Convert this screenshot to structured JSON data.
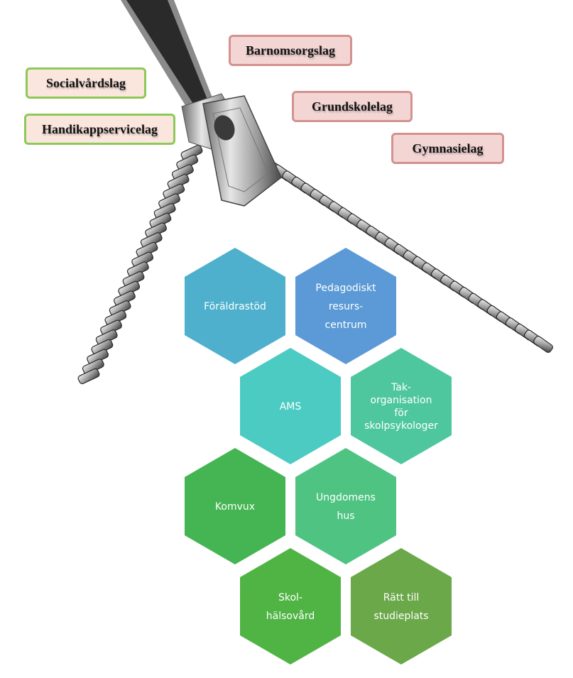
{
  "teams_left": [
    {
      "label": "Socialvårdslag"
    },
    {
      "label": "Handikappservicelag"
    }
  ],
  "teams_right": [
    {
      "label": "Barnomsorgslag"
    },
    {
      "label": "Grundskolelag"
    },
    {
      "label": "Gymnasielag"
    }
  ],
  "hexagons": [
    {
      "lines": [
        "Föräldrastöd"
      ],
      "color": "#4eb0cc"
    },
    {
      "lines": [
        "Pedagodiskt",
        "resurs-",
        "centrum"
      ],
      "color": "#5b9ad6"
    },
    {
      "lines": [
        "AMS"
      ],
      "color": "#4ccbc3"
    },
    {
      "lines": [
        "Tak-",
        "organisation",
        "för",
        "skolpsykologer"
      ],
      "color": "#4ec79e"
    },
    {
      "lines": [
        "Komvux"
      ],
      "color": "#45b452"
    },
    {
      "lines": [
        "Ungdomens",
        "hus"
      ],
      "color": "#4fc482"
    },
    {
      "lines": [
        "Skol-",
        "hälsovård"
      ],
      "color": "#50b444"
    },
    {
      "lines": [
        "Rätt till",
        "studieplats"
      ],
      "color": "#6aa84a"
    }
  ]
}
